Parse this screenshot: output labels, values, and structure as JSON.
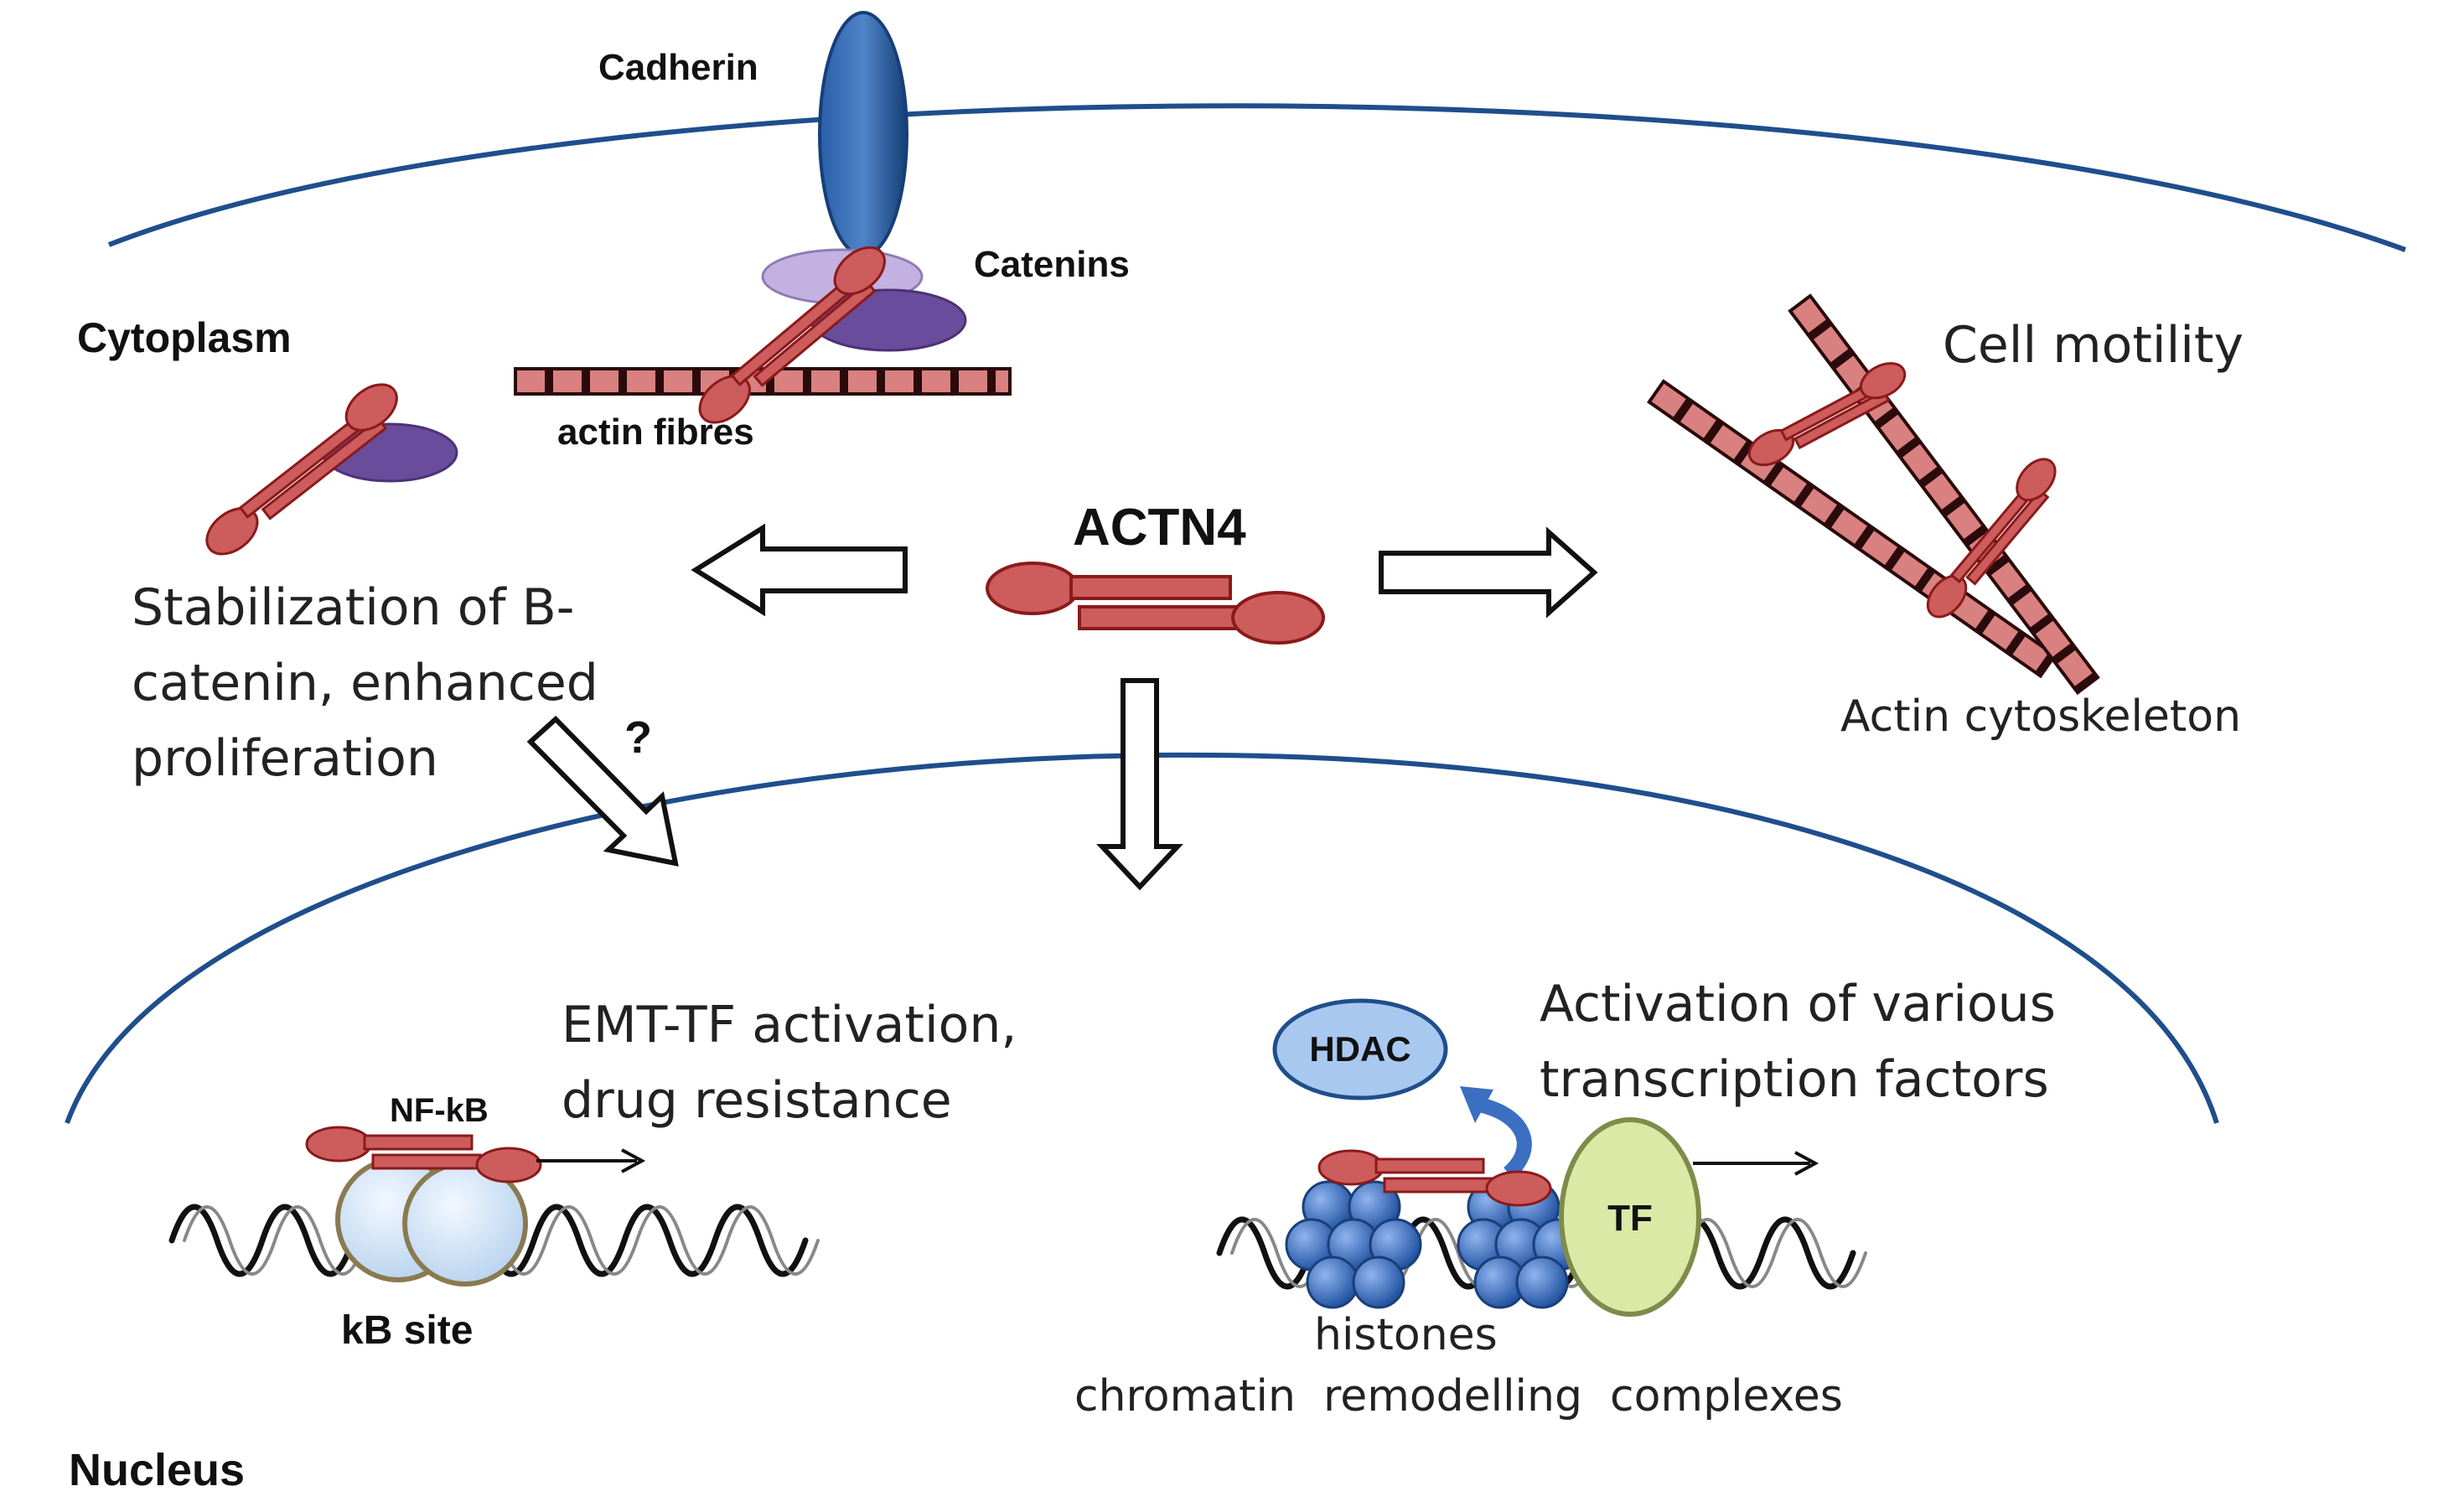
{
  "labels": {
    "cadherin": "Cadherin",
    "catenins": "Catenins",
    "cytoplasm": "Cytoplasm",
    "actin_fibres": "actin fibres",
    "actn4": "ACTN4",
    "cell_motility": "Cell motility",
    "actin_cytoskeleton": "Actin cytoskeleton",
    "stabilization": [
      "Stabilization of B-",
      "catenin, enhanced",
      "proliferation"
    ],
    "question": "?",
    "emt": [
      "EMT-TF activation,",
      "drug resistance"
    ],
    "nfkb": "NF-kB",
    "kb_site": "kB site",
    "hdac": "HDAC",
    "activation": [
      "Activation of various",
      "transcription factors"
    ],
    "tf": "TF",
    "histones": "histones",
    "chromatin": "chromatin  remodelling  complexes",
    "nucleus": "Nucleus"
  },
  "colors": {
    "membrane": "#1f4e8c",
    "actn4_fill": "#cd5c5c",
    "actn4_stroke": "#8b1a1a",
    "catenin_light": "#c3b1e1",
    "catenin_dark": "#6a4c9c",
    "cadherin": "#1f4e8c",
    "histone": "#3a6fc2",
    "tf_fill": "#dbe8a6",
    "hdac_fill": "#a9c8f0",
    "kb_fill": "#d7e7f7"
  }
}
